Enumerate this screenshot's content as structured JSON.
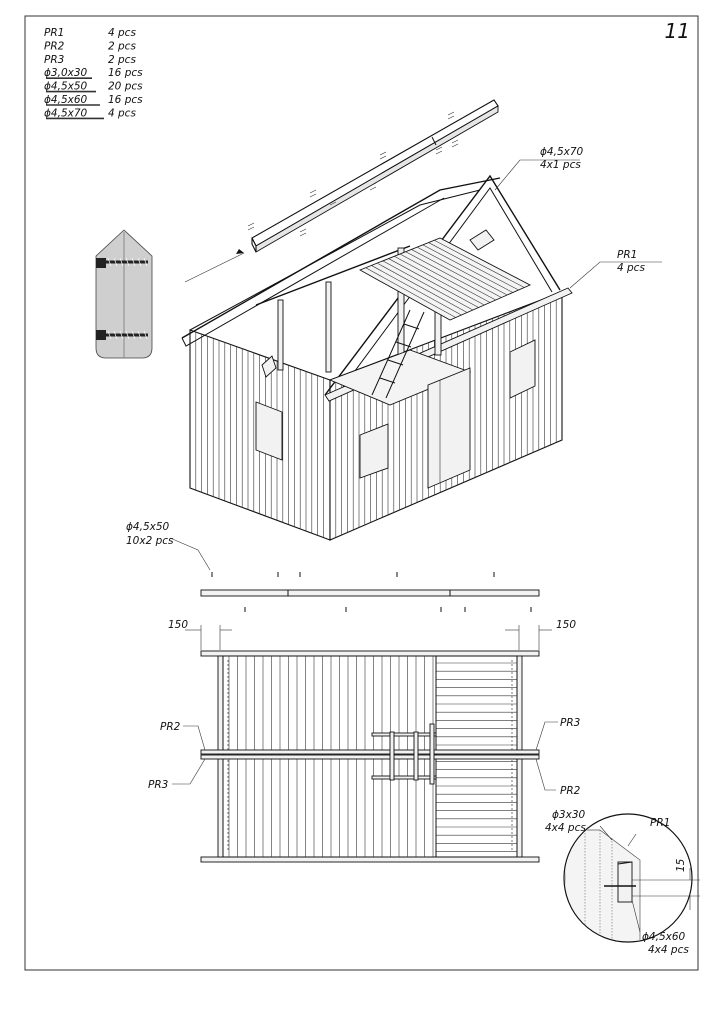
{
  "page_number": "11",
  "parts_list": [
    {
      "name": "PR1",
      "qty": "4 pcs",
      "icon": "beam"
    },
    {
      "name": "PR2",
      "qty": "2 pcs",
      "icon": "beam"
    },
    {
      "name": "PR3",
      "qty": "2 pcs",
      "icon": "beam"
    },
    {
      "name": "ϕ3,0x30",
      "qty": "16 pcs",
      "icon": "screw"
    },
    {
      "name": "ϕ4,5x50",
      "qty": "20 pcs",
      "icon": "screw"
    },
    {
      "name": "ϕ4,5x60",
      "qty": "16 pcs",
      "icon": "screw"
    },
    {
      "name": "ϕ4,5x70",
      "qty": "4 pcs",
      "icon": "screw"
    }
  ],
  "callouts": {
    "ridge_screw_size": "ϕ4,5x70",
    "ridge_screw_qty": "4x1 pcs",
    "side_beam_part": "PR1",
    "side_beam_qty": "4 pcs",
    "plan_screw_size": "ϕ4,5x50",
    "plan_screw_qty": "10x2 pcs",
    "dim_left": "150",
    "dim_right": "150",
    "left_upper": "PR2",
    "left_lower": "PR3",
    "right_upper": "PR3",
    "right_lower": "PR2",
    "detail_screw_top": "ϕ3x30",
    "detail_screw_top_qty": "4x4 pcs",
    "detail_part": "PR1",
    "detail_dim": "15",
    "detail_screw_bottom": "ϕ4,5x60",
    "detail_screw_bottom_qty": "4x4 pcs"
  }
}
